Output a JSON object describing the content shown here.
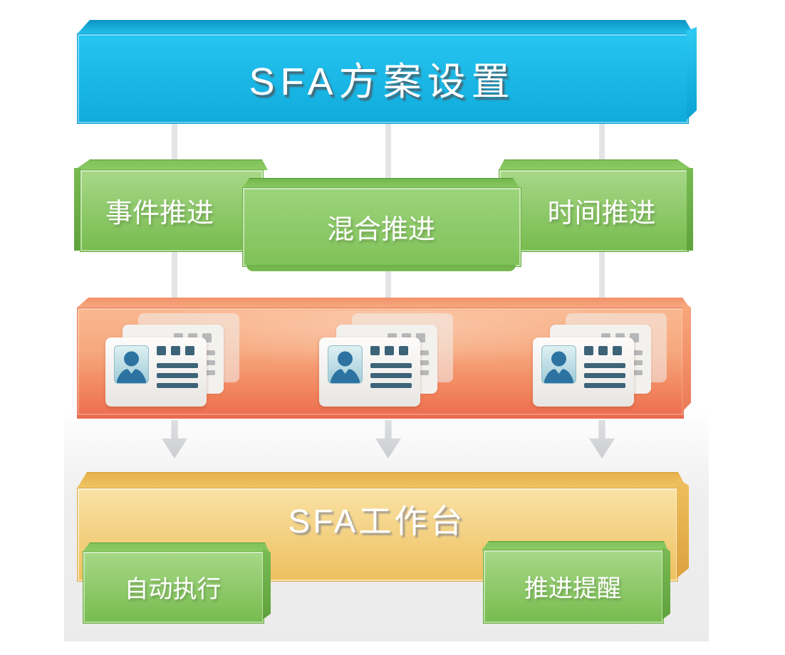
{
  "diagram": {
    "title_box": {
      "label": "SFA方案设置",
      "fill": "#18bcec"
    },
    "push_modes": [
      {
        "label": "事件推进",
        "fill": "#8cc964"
      },
      {
        "label": "混合推进",
        "fill": "#8cc964"
      },
      {
        "label": "时间推进",
        "fill": "#8cc964"
      }
    ],
    "records_band": {
      "fill": "#f49871",
      "icon": "contact-card-icon",
      "stack_count": 3
    },
    "arrow_icon": "down-arrow-icon",
    "arrow_color": "#d3d4d8",
    "connector_color": "#e4e4e7",
    "backdrop_color": "#ebebeb",
    "workbench": {
      "label": "SFA工作台",
      "fill": "#f2cb72",
      "actions": [
        {
          "label": "自动执行",
          "fill": "#8cc964"
        },
        {
          "label": "推进提醒",
          "fill": "#8cc964"
        }
      ]
    }
  }
}
